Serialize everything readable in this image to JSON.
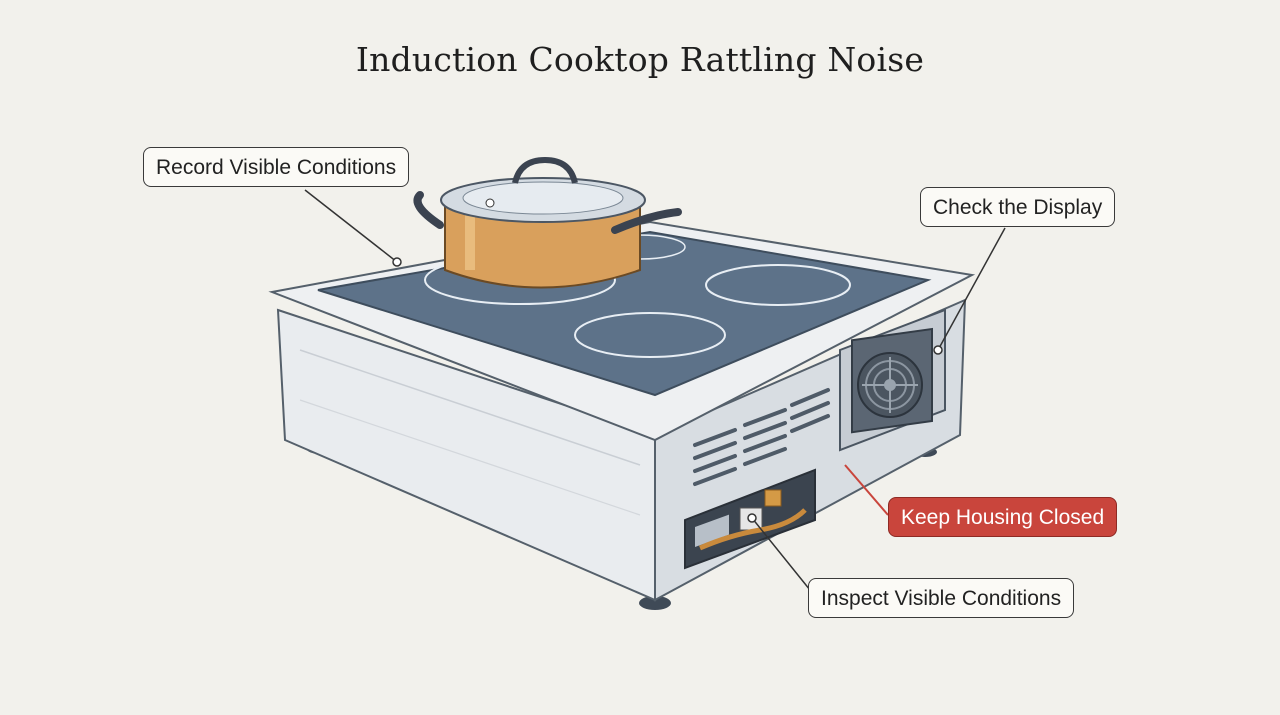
{
  "title": "Induction Cooktop Rattling Noise",
  "callouts": {
    "record": "Record Visible Conditions",
    "display": "Check the Display",
    "housing": "Keep Housing Closed",
    "inspect": "Inspect Visible Conditions"
  },
  "colors": {
    "background": "#f2f1ec",
    "glass_top": "#5d7289",
    "pot": "#d9a05c",
    "alert": "#c9453c"
  }
}
